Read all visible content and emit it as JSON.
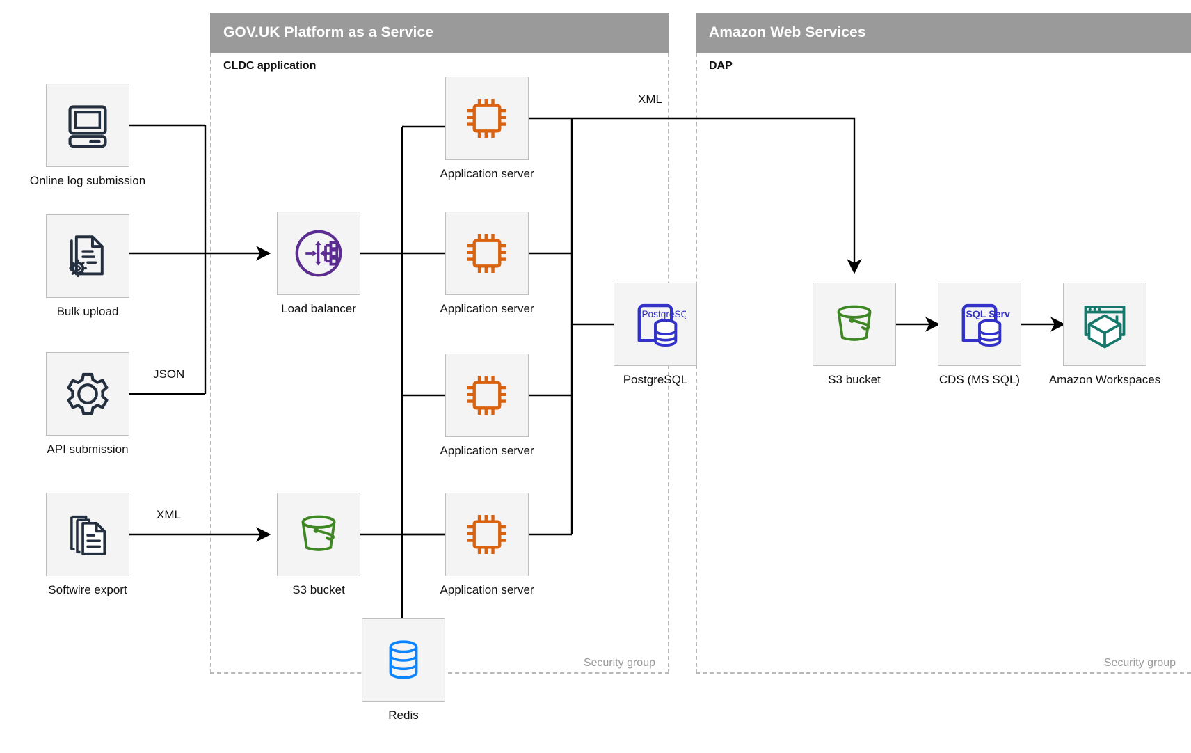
{
  "zones": [
    {
      "id": "paas",
      "title": "GOV.UK Platform as a Service",
      "subtitle": "CLDC application",
      "footer": "Security group"
    },
    {
      "id": "aws",
      "title": "Amazon Web Services",
      "subtitle": "DAP",
      "footer": "Security group"
    }
  ],
  "nodes": {
    "online_log": {
      "label": "Online log submission",
      "icon": "desktop-computer-icon"
    },
    "bulk_upload": {
      "label": "Bulk upload",
      "icon": "document-gear-icon"
    },
    "api_sub": {
      "label": "API submission",
      "icon": "gear-icon"
    },
    "softwire": {
      "label": "Softwire export",
      "icon": "document-stack-icon"
    },
    "load_balancer": {
      "label": "Load balancer",
      "icon": "load-balancer-icon"
    },
    "s3_paas": {
      "label": "S3 bucket",
      "icon": "s3-bucket-icon"
    },
    "app1": {
      "label": "Application server",
      "icon": "cpu-chip-icon"
    },
    "app2": {
      "label": "Application server",
      "icon": "cpu-chip-icon"
    },
    "app3": {
      "label": "Application server",
      "icon": "cpu-chip-icon"
    },
    "app4": {
      "label": "Application server",
      "icon": "cpu-chip-icon"
    },
    "postgres": {
      "label": "PostgreSQL",
      "icon": "postgresql-icon",
      "icon_text": "PostgreSQL"
    },
    "redis": {
      "label": "Redis",
      "icon": "redis-database-icon"
    },
    "s3_aws": {
      "label": "S3 bucket",
      "icon": "s3-bucket-icon"
    },
    "cds": {
      "label": "CDS (MS SQL)",
      "icon": "sql-server-icon",
      "icon_text": "SQL Server"
    },
    "workspaces": {
      "label": "Amazon Workspaces",
      "icon": "amazon-workspaces-icon"
    }
  },
  "edge_labels": {
    "api_json": "JSON",
    "softwire_xml": "XML",
    "app_xml": "XML"
  },
  "colors": {
    "zone_header": "#9a9a9a",
    "zone_dashed": "#b8b8b8",
    "node_fill": "#f4f4f4",
    "node_border": "#bfbfbf",
    "wire": "#000000",
    "icon_dark": "#232f3e",
    "icon_purple": "#5b2d90",
    "icon_orange": "#d8620f",
    "icon_postgres": "#3232c8",
    "icon_green": "#3f8624",
    "icon_redis": "#0b84ff",
    "icon_teal": "#16776b",
    "secgroup_text": "#9a9a9a"
  }
}
